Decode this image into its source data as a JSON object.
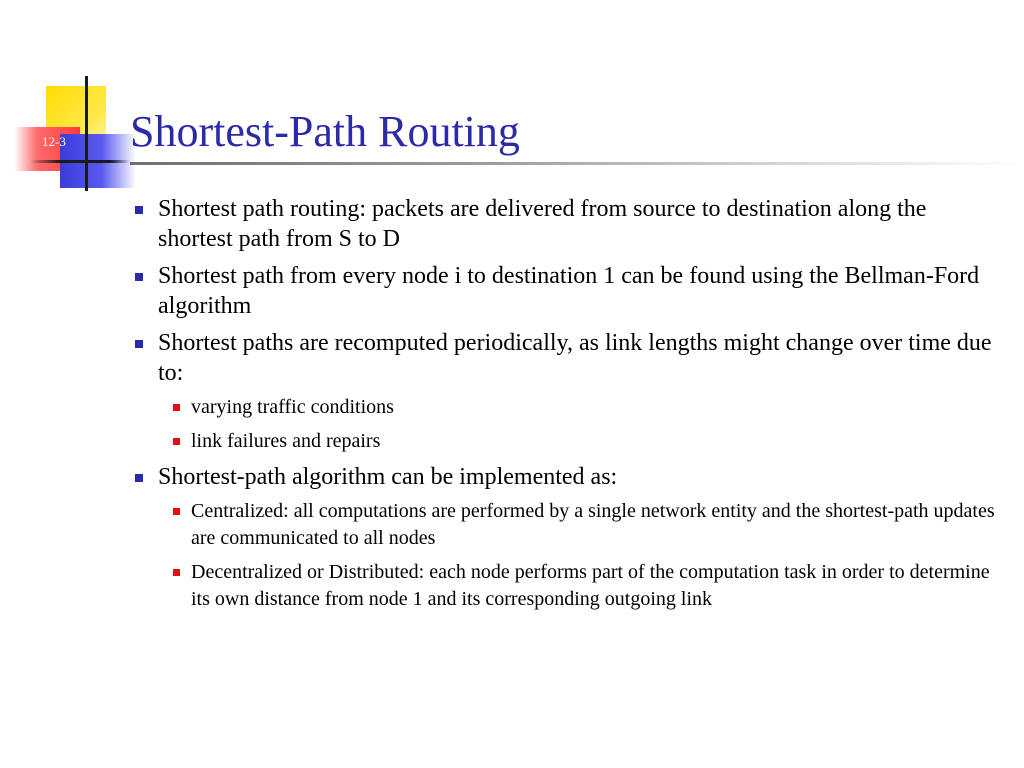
{
  "slide": {
    "number": "12-3",
    "title": "Shortest-Path Routing"
  },
  "bullets": [
    {
      "text": "Shortest path routing: packets are delivered from source to destination along the shortest path from S to D",
      "sub": []
    },
    {
      "text": "Shortest path from every node i to destination 1 can be found using the Bellman-Ford algorithm",
      "sub": []
    },
    {
      "text": "Shortest paths are recomputed periodically, as link lengths might change over time due to:",
      "sub": [
        "varying traffic conditions",
        "link failures and repairs"
      ]
    },
    {
      "text": "Shortest-path algorithm can be implemented as:",
      "sub": [
        "Centralized: all computations are performed by a single network entity and the shortest-path updates are communicated to all nodes",
        "Decentralized or Distributed: each node performs part of the computation task in order to determine its own distance from node 1 and its corresponding outgoing link"
      ]
    }
  ],
  "colors": {
    "title": "#2b2ba8",
    "bullet_level1": "#2b2ba8",
    "bullet_level2": "#e01010"
  }
}
